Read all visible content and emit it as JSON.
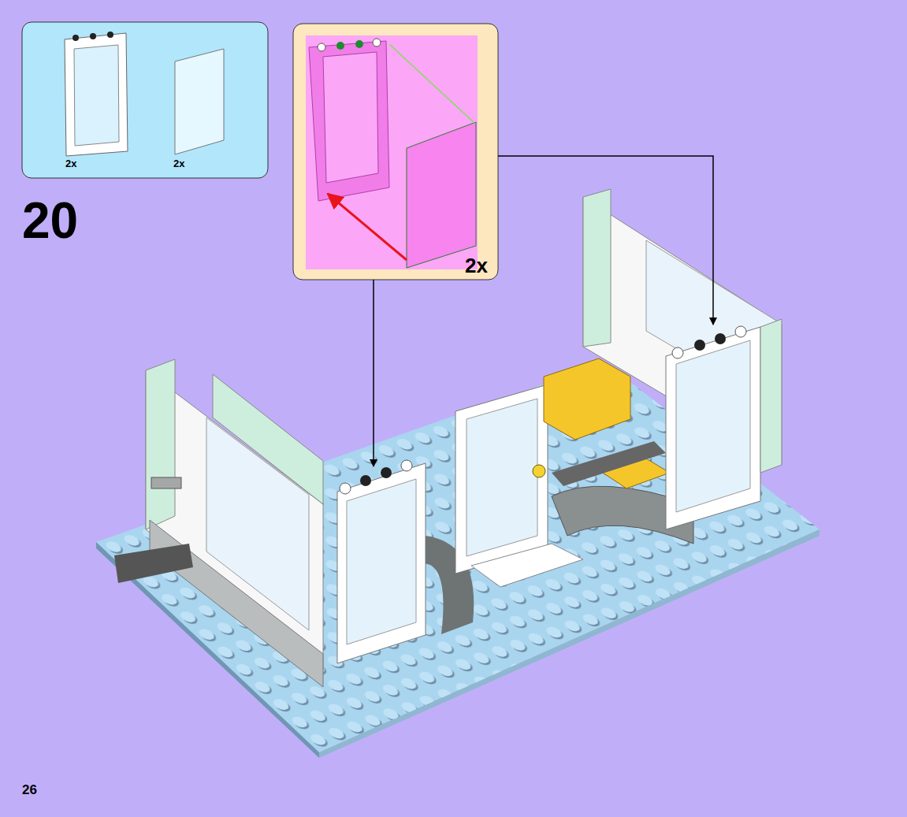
{
  "diagram": {
    "labels": [
      "2x",
      "2x",
      "20",
      "2x",
      "26"
    ]
  }
}
